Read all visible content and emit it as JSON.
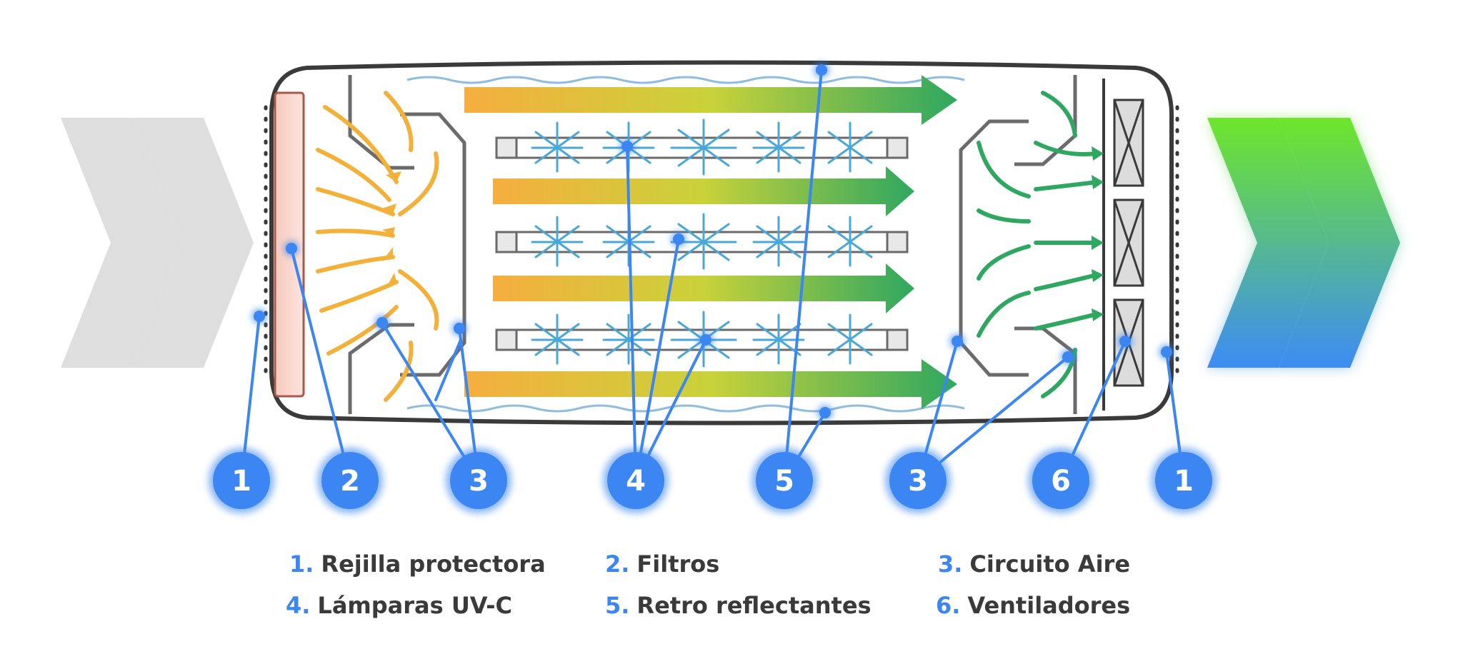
{
  "colors": {
    "accent": "#3b86f2",
    "text": "#3a3a3a",
    "airflow_in": "#f3b13a",
    "airflow_out": "#2ea760",
    "uv": "#5aaee0",
    "arrow_in": "#dddddd",
    "arrow_out_top": "#6ee62a",
    "arrow_out_bottom": "#3d8cf5"
  },
  "badges": [
    "1",
    "2",
    "3",
    "4",
    "5",
    "3",
    "6",
    "1"
  ],
  "legend": [
    {
      "num": "1.",
      "label": "Rejilla protectora"
    },
    {
      "num": "2.",
      "label": "Filtros"
    },
    {
      "num": "3.",
      "label": "Circuito Aire"
    },
    {
      "num": "4.",
      "label": "Lámparas UV-C"
    },
    {
      "num": "5.",
      "label": "Retro reflectantes"
    },
    {
      "num": "6.",
      "label": "Ventiladores"
    }
  ]
}
